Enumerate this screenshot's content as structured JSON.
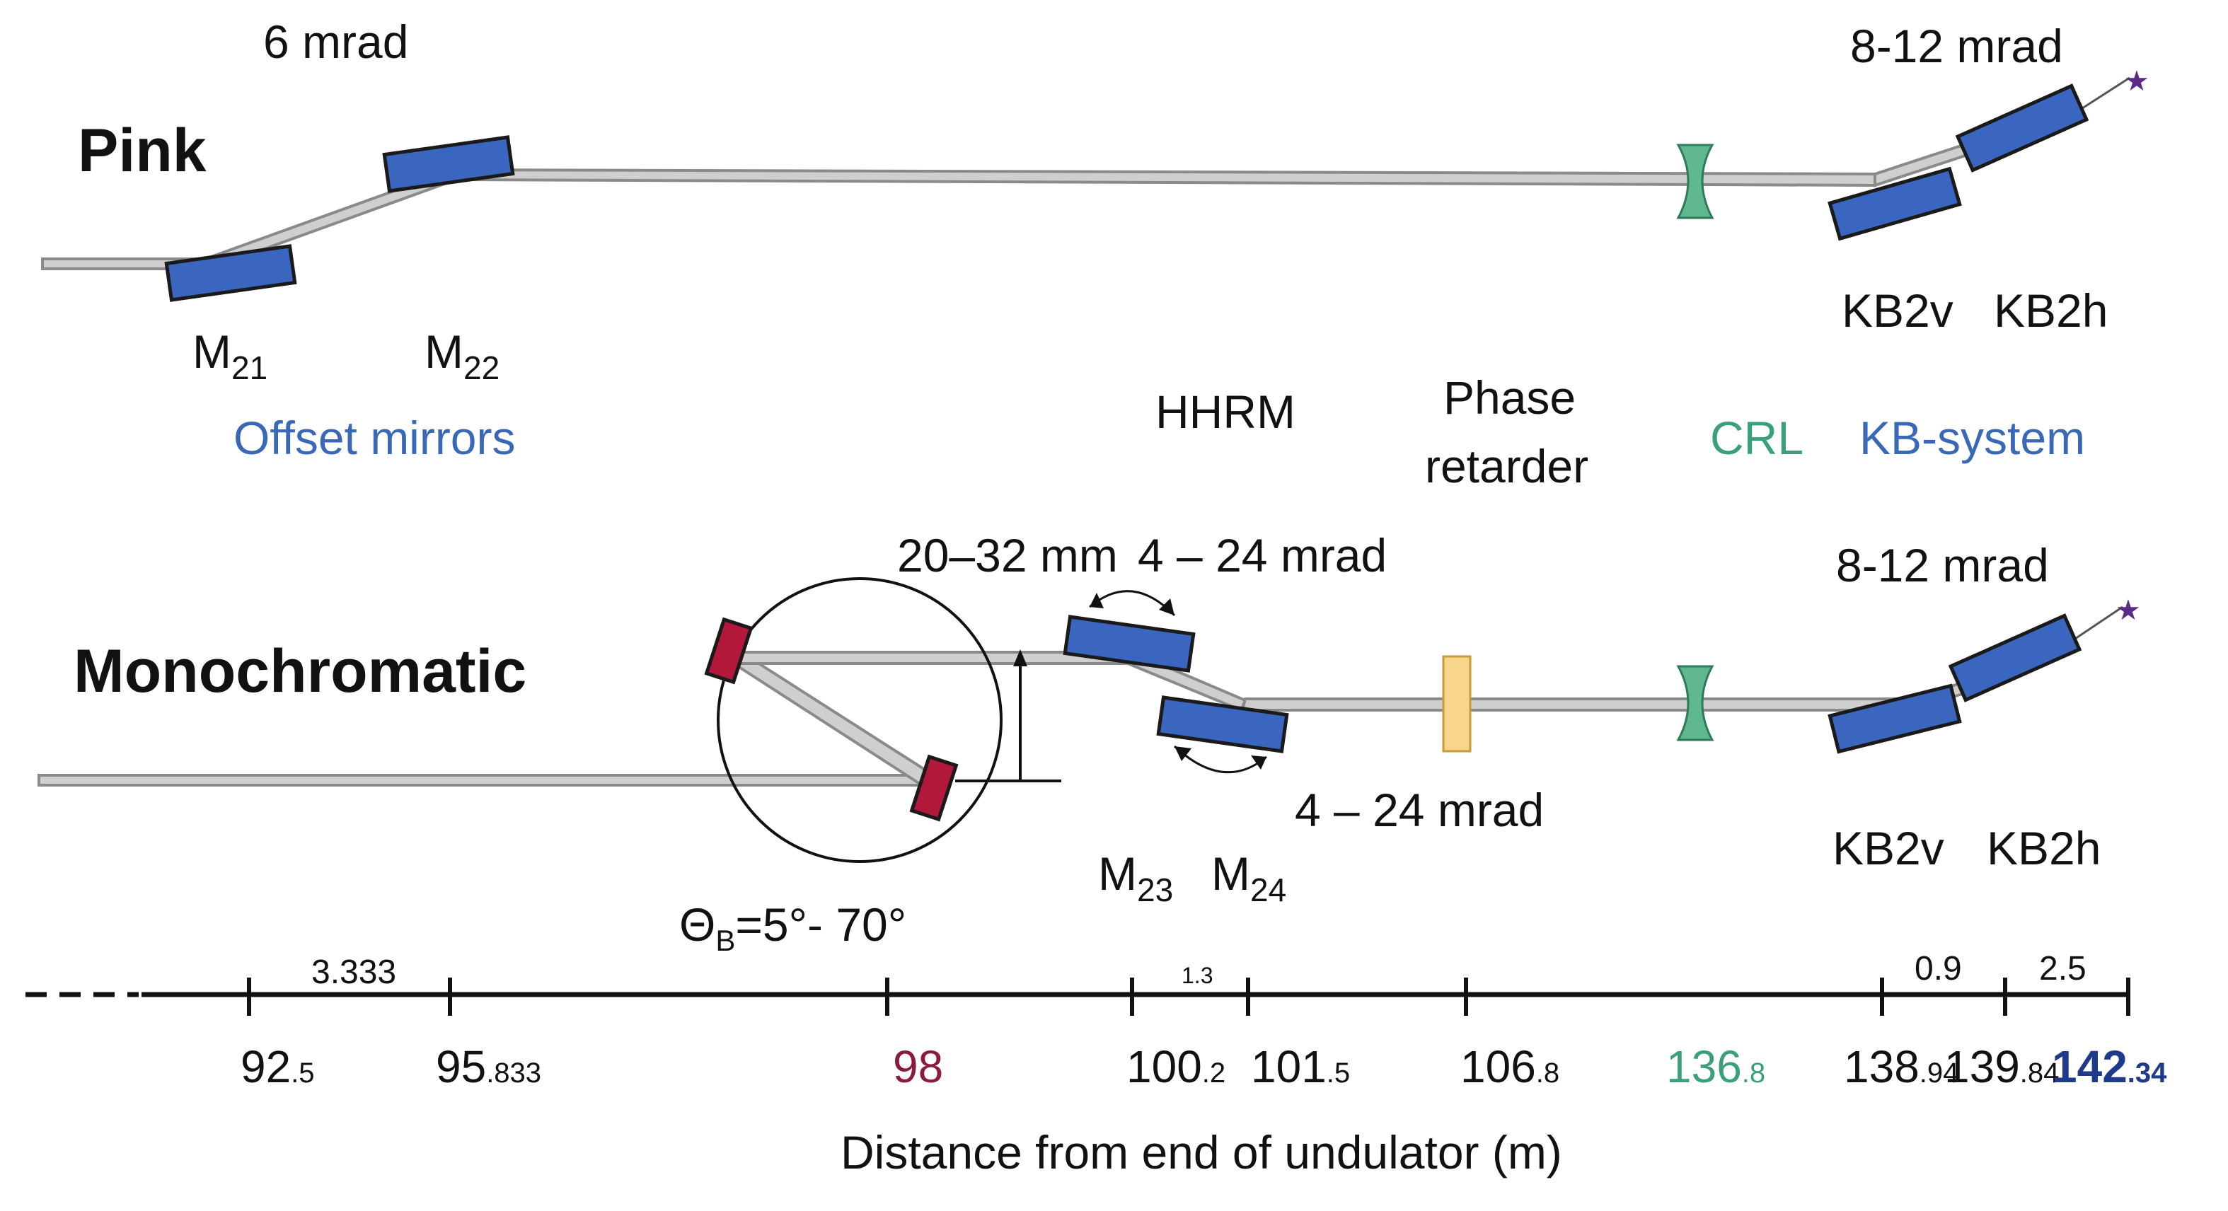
{
  "pink": {
    "title": "Pink",
    "angle_offset": "6 mrad",
    "angle_kb": "8-12 mrad",
    "m21": {
      "main": "M",
      "sub": "21"
    },
    "m22": {
      "main": "M",
      "sub": "22"
    },
    "kb2v": "KB2v",
    "kb2h": "KB2h"
  },
  "mid_labels": {
    "offset_mirrors": "Offset mirrors",
    "hhrm": "HHRM",
    "phase_line1": "Phase",
    "phase_line2": "retarder",
    "crl": "CRL",
    "kb_system": "KB-system"
  },
  "mono": {
    "title": "Monochromatic",
    "offset_mm": "20–32 mm",
    "angle_upper": "4 – 24 mrad",
    "angle_lower": "4 – 24 mrad",
    "angle_kb": "8-12 mrad",
    "m23": {
      "main": "M",
      "sub": "23"
    },
    "m24": {
      "main": "M",
      "sub": "24"
    },
    "theta": {
      "main": "Θ",
      "sub": "B",
      "rest": "=5°- 70°"
    },
    "kb2v": "KB2v",
    "kb2h": "KB2h"
  },
  "axis": {
    "label": "Distance from end of undulator (m)",
    "segments": [
      {
        "text": "3.333"
      },
      {
        "text": "1.3"
      },
      {
        "text": "0.9"
      },
      {
        "text": "2.5"
      }
    ],
    "ticks": [
      {
        "main": "92",
        "sub": ".5",
        "color": "#111111"
      },
      {
        "main": "95",
        "sub": ".833",
        "color": "#111111"
      },
      {
        "main": "98",
        "sub": "",
        "color": "#8b1a3c"
      },
      {
        "main": "100",
        "sub": ".2",
        "color": "#111111"
      },
      {
        "main": "101",
        "sub": ".5",
        "color": "#111111"
      },
      {
        "main": "106",
        "sub": ".8",
        "color": "#111111"
      },
      {
        "main": "136",
        "sub": ".8",
        "color": "#3aa07a"
      },
      {
        "main": "138",
        "sub": ".94",
        "color": "#111111"
      },
      {
        "main": "139",
        "sub": ".84",
        "color": "#111111"
      },
      {
        "main": "142",
        "sub": ".34",
        "color": "#1f3a8a"
      }
    ]
  },
  "colors": {
    "mirror": "#3a66bf",
    "crystal": "#b1183a",
    "crl": "#5fb88f",
    "retarder": "#f7d58b",
    "source_star": "#5b2a86"
  }
}
